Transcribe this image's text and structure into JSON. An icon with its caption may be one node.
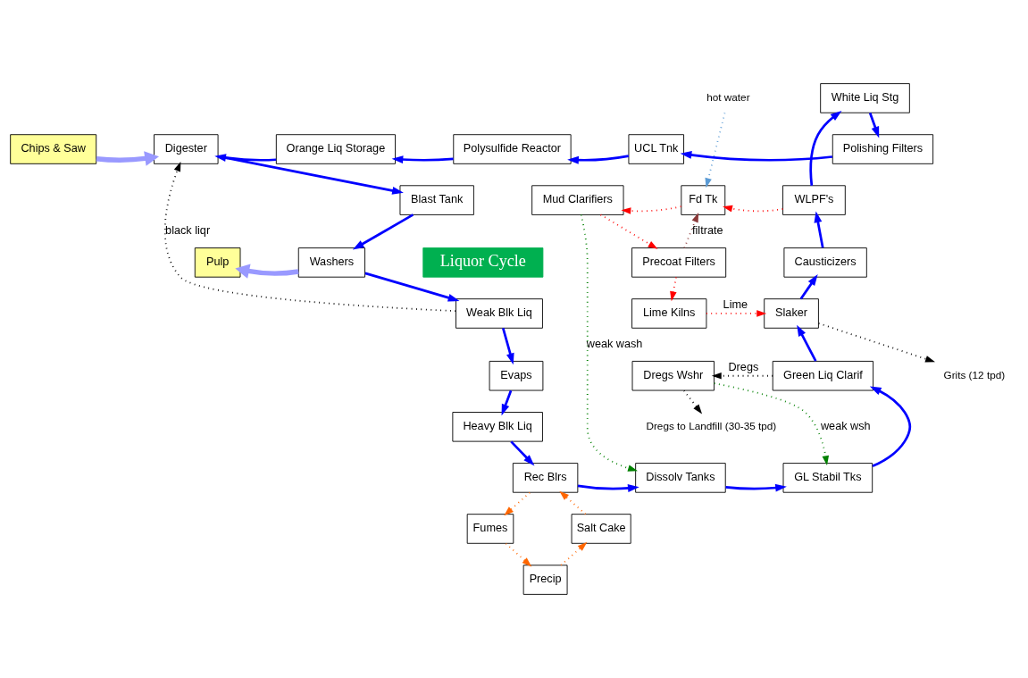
{
  "diagram": {
    "nodes": [
      {
        "text": [
          "Chips & Saw"
        ]
      },
      {
        "text": [
          "Digester"
        ]
      },
      {
        "text": [
          "Orange Liq Storage"
        ]
      },
      {
        "text": [
          "Polysulfide Reactor"
        ]
      },
      {
        "text": [
          "UCL Tnk"
        ]
      },
      {
        "text": [
          "Polishing Filters"
        ]
      },
      {
        "text": [
          "White Liq Stg"
        ]
      },
      {
        "text": [
          "hot water"
        ]
      },
      {
        "text": [
          "Mud Clarifiers"
        ]
      },
      {
        "text": [
          "Fd Tk"
        ]
      },
      {
        "text": [
          "WLPF's"
        ]
      },
      {
        "text": [
          "Blast Tank"
        ]
      },
      {
        "text": [
          "Washers"
        ]
      },
      {
        "text": [
          "Pulp"
        ]
      },
      {
        "text": [
          "Liquor Cycle"
        ]
      },
      {
        "text": [
          "Precoat Filters"
        ]
      },
      {
        "text": [
          "Causticizers"
        ]
      },
      {
        "text": [
          "Weak Blk Liq"
        ]
      },
      {
        "text": [
          "Lime Kilns"
        ]
      },
      {
        "text": [
          "Slaker"
        ]
      },
      {
        "text": [
          "Grits (12 tpd)"
        ]
      },
      {
        "text": [
          "Evaps"
        ]
      },
      {
        "text": [
          "Dregs Wshr"
        ]
      },
      {
        "text": [
          "Green Liq Clarif"
        ]
      },
      {
        "text": [
          "Dregs to Landfill (30-35 tpd)"
        ]
      },
      {
        "text": [
          "Heavy Blk Liq"
        ]
      },
      {
        "text": [
          "Rec Blrs"
        ]
      },
      {
        "text": [
          "Dissolv Tanks"
        ]
      },
      {
        "text": [
          "GL Stabil Tks"
        ]
      },
      {
        "text": [
          "Fumes"
        ]
      },
      {
        "text": [
          "Salt Cake"
        ]
      },
      {
        "text": [
          "Precip"
        ]
      }
    ],
    "edges": [
      {
        "from": 0,
        "to": 1,
        "arrow": "to",
        "style": "thick",
        "color": "#9999ff"
      },
      {
        "from": 2,
        "to": 1,
        "arrow": "to"
      },
      {
        "from": 3,
        "to": 2,
        "arrow": "to"
      },
      {
        "from": 4,
        "to": 3,
        "arrow": "to"
      },
      {
        "from": 5,
        "to": 4,
        "arrow": "to"
      },
      {
        "from": 6,
        "to": 5,
        "arrow": "to"
      },
      {
        "from": 10,
        "to": 6,
        "arrow": "to"
      },
      {
        "from": 16,
        "to": 10,
        "arrow": "to"
      },
      {
        "from": 19,
        "to": 16,
        "arrow": "to"
      },
      {
        "from": 23,
        "to": 19,
        "arrow": "to"
      },
      {
        "from": 28,
        "to": 23,
        "arrow": "to"
      },
      {
        "from": 1,
        "to": 11,
        "arrow": "to"
      },
      {
        "from": 11,
        "to": 12,
        "arrow": "to"
      },
      {
        "from": 12,
        "to": 13,
        "arrow": "to",
        "style": "thick",
        "color": "#9999ff"
      },
      {
        "from": 12,
        "to": 17,
        "arrow": "to"
      },
      {
        "from": 17,
        "to": 21,
        "arrow": "to"
      },
      {
        "from": 21,
        "to": 25,
        "arrow": "to"
      },
      {
        "from": 25,
        "to": 26,
        "arrow": "to"
      },
      {
        "from": 26,
        "to": 27,
        "arrow": "to"
      },
      {
        "from": 27,
        "to": 28,
        "arrow": "to"
      },
      {
        "from": 17,
        "to": 1,
        "arrow": "to",
        "label": "black liqr",
        "style": "dashed",
        "color": "#000000"
      },
      {
        "from": 7,
        "to": 9,
        "arrow": "to",
        "style": "dashed",
        "color": "#5b9bd5"
      },
      {
        "from": 10,
        "to": 9,
        "arrow": "to",
        "style": "dashed",
        "color": "#ff0000"
      },
      {
        "from": 9,
        "to": 8,
        "arrow": "to",
        "style": "dashed",
        "color": "#ff0000"
      },
      {
        "from": 8,
        "to": 15,
        "arrow": "to",
        "style": "dashed",
        "color": "#ff0000"
      },
      {
        "from": 15,
        "to": 9,
        "arrow": "to",
        "style": "dashed",
        "color": "#8b3a3a",
        "label": "filtrate"
      },
      {
        "from": 15,
        "to": 18,
        "arrow": "to",
        "style": "dashed",
        "color": "#ff0000"
      },
      {
        "from": 18,
        "to": 19,
        "arrow": "to",
        "label": "Lime",
        "style": "dashed",
        "color": "#ff0000"
      },
      {
        "from": 19,
        "to": 20,
        "arrow": "to",
        "style": "dashed",
        "color": "#000000"
      },
      {
        "from": 23,
        "to": 22,
        "arrow": "to",
        "label": "Dregs",
        "style": "dashed",
        "color": "#000000"
      },
      {
        "from": 22,
        "to": 24,
        "arrow": "to",
        "style": "dashed",
        "color": "#000000"
      },
      {
        "from": 8,
        "to": 27,
        "arrow": "to",
        "label": "weak wash",
        "style": "dashed",
        "color": "#008000"
      },
      {
        "from": 22,
        "to": 28,
        "arrow": "to",
        "label": "weak wsh",
        "style": "dashed",
        "color": "#008000"
      },
      {
        "from": 26,
        "to": 29,
        "arrow": "to",
        "style": "dashed",
        "color": "#ff6600"
      },
      {
        "from": 29,
        "to": 31,
        "arrow": "to",
        "style": "dashed",
        "color": "#ff6600"
      },
      {
        "from": 31,
        "to": 30,
        "arrow": "to",
        "style": "dashed",
        "color": "#ff6600"
      },
      {
        "from": 30,
        "to": 26,
        "arrow": "to",
        "style": "dashed",
        "color": "#ff6600"
      }
    ]
  }
}
